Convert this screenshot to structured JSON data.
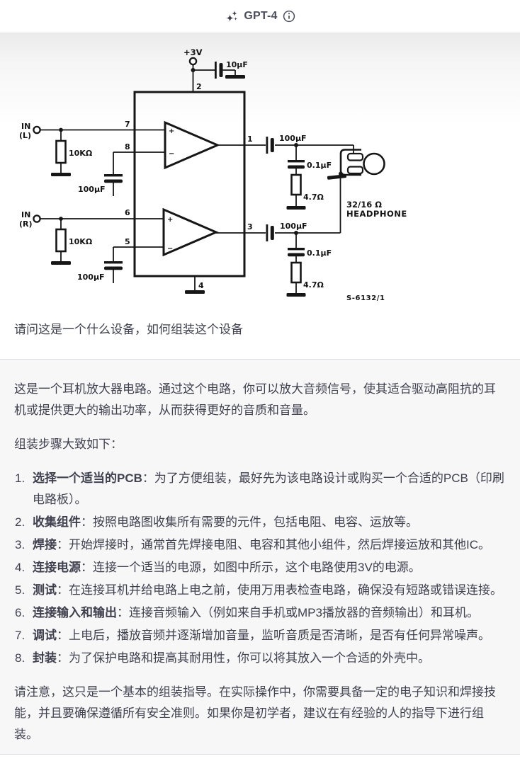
{
  "header": {
    "model": "GPT-4"
  },
  "user": {
    "question": "请问这是一个什么设备，如何组装这个设备"
  },
  "circuit": {
    "labels": {
      "supply": "+3V",
      "supply_cap": "10μF",
      "pin2": "2",
      "pin7": "7",
      "pin8": "8",
      "pin6": "6",
      "pin5": "5",
      "pin1": "1",
      "pin3": "3",
      "pin4": "4",
      "in_left": "IN",
      "in_left_ch": "(L)",
      "in_right": "IN",
      "in_right_ch": "(R)",
      "res_left": "10KΩ",
      "res_right": "10KΩ",
      "cap_left": "100μF",
      "cap_right": "100μF",
      "out_cap_top": "100μF",
      "out_cap_bottom": "100μF",
      "bypass_top": "0.1μF",
      "bypass_bottom": "0.1μF",
      "res_out_top": "4.7Ω",
      "res_out_bottom": "4.7Ω",
      "load": "32/16 Ω",
      "headphone": "HEADPHONE",
      "part_no": "S-6132/1",
      "plus_top": "+",
      "minus_top": "−",
      "plus_bottom": "+",
      "minus_bottom": "−"
    }
  },
  "assistant": {
    "intro": "这是一个耳机放大器电路。通过这个电路，你可以放大音频信号，使其适合驱动高阻抗的耳机或提供更大的输出功率，从而获得更好的音质和音量。",
    "steps_heading": "组装步骤大致如下：",
    "steps": [
      {
        "num": "1.",
        "title": "选择一个适当的PCB",
        "text": "：为了方便组装，最好先为该电路设计或购买一个合适的PCB（印刷电路板）。"
      },
      {
        "num": "2.",
        "title": "收集组件",
        "text": "：按照电路图收集所有需要的元件，包括电阻、电容、运放等。"
      },
      {
        "num": "3.",
        "title": "焊接",
        "text": "：开始焊接时，通常首先焊接电阻、电容和其他小组件，然后焊接运放和其他IC。"
      },
      {
        "num": "4.",
        "title": "连接电源",
        "text": "：连接一个适当的电源，如图中所示，这个电路使用3V的电源。"
      },
      {
        "num": "5.",
        "title": "测试",
        "text": "：在连接耳机并给电路上电之前，使用万用表检查电路，确保没有短路或错误连接。"
      },
      {
        "num": "6.",
        "title": "连接输入和输出",
        "text": "：连接音频输入（例如来自手机或MP3播放器的音频输出）和耳机。"
      },
      {
        "num": "7.",
        "title": "调试",
        "text": "：上电后，播放音频并逐渐增加音量，监听音质是否清晰，是否有任何异常噪声。"
      },
      {
        "num": "8.",
        "title": "封装",
        "text": "：为了保护电路和提高其耐用性，你可以将其放入一个合适的外壳中。"
      }
    ],
    "note": "请注意，这只是一个基本的组装指导。在实际操作中，你需要具备一定的电子知识和焊接技能，并且要确保遵循所有安全准则。如果你是初学者，建议在有经验的人的指导下进行组装。"
  }
}
